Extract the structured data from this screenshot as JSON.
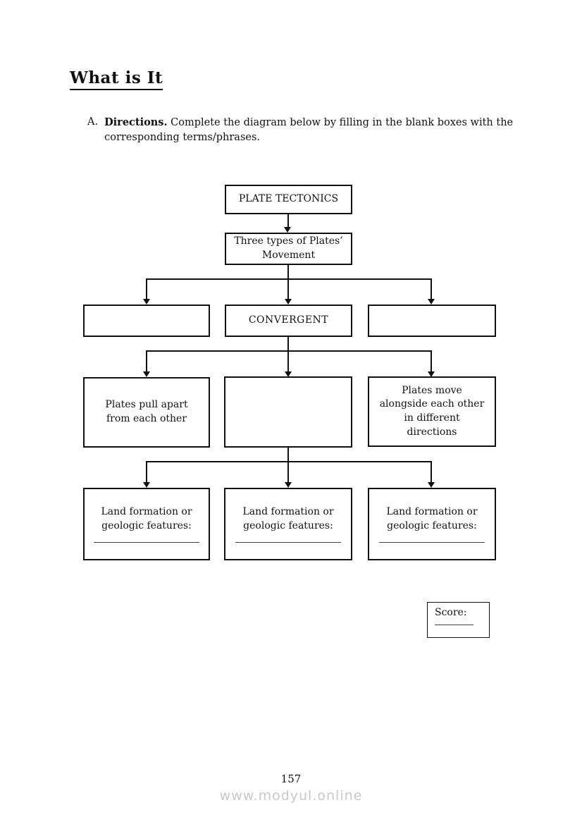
{
  "page": {
    "title": "What is It",
    "page_number": "157",
    "watermark": "www.modyul.online"
  },
  "directions": {
    "marker": "A.",
    "label": "Directions.",
    "text": "Complete the diagram below by filling in the blank boxes with the corresponding terms/phrases."
  },
  "diagram": {
    "root_label": "PLATE TECTONICS",
    "level1_label": "Three types of Plates’\nMovement",
    "row_types": {
      "left": "",
      "center": "CONVERGENT",
      "right": ""
    },
    "row_descriptions": {
      "left": "Plates pull apart\nfrom each other",
      "center": "",
      "right": "Plates move\nalongside each other\nin different\ndirections"
    },
    "row_land": {
      "left": "Land formation or\ngeologic features:",
      "center": "Land formation or\ngeologic features:",
      "right": "Land formation or\ngeologic features:"
    }
  },
  "score": {
    "label": "Score:"
  },
  "colors": {
    "ink": "#111111",
    "watermark": "#c8c8c8"
  }
}
